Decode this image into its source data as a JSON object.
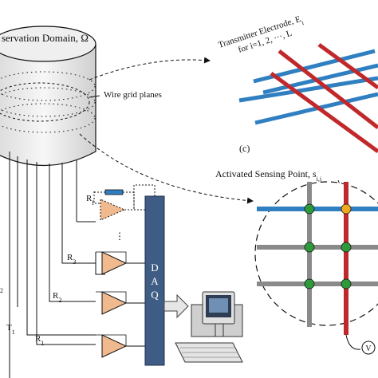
{
  "labels": {
    "domain_title": "servation Domain, Ω",
    "wire_grid": "Wire grid planes",
    "transmitter_line1": "Transmitter Electrode, E",
    "transmitter_sub": "i",
    "transmitter_line2": "for i=1, 2, ···, L",
    "panel_c": "(c)",
    "activated_point": "Activated Sensing Point, s",
    "activated_sub": "i,j",
    "daq": [
      "D",
      "A",
      "Q"
    ],
    "r_feedback": "R",
    "r_feedback_sub": "f",
    "r3": "R",
    "r3_sub": "3",
    "r2": "R",
    "r2_sub": "2",
    "r1": "R",
    "r1_sub": "1",
    "t1": "T",
    "t1_sub": "1",
    "t2_partial": "2"
  },
  "colors": {
    "red_electrode": "#c0282a",
    "blue_electrode": "#2f7fc1",
    "cylinder_fill": "#f2f2f2",
    "daq_fill": "#3f5d84",
    "opamp_fill": "#f0b98e",
    "node_green": "#2e9a3c",
    "node_orange": "#f0a81e",
    "grid_gray": "#8a8a8a"
  },
  "icons": [
    "computer-icon",
    "ground-icon",
    "resistor-icon",
    "opamp-icon",
    "arrow-icon"
  ]
}
